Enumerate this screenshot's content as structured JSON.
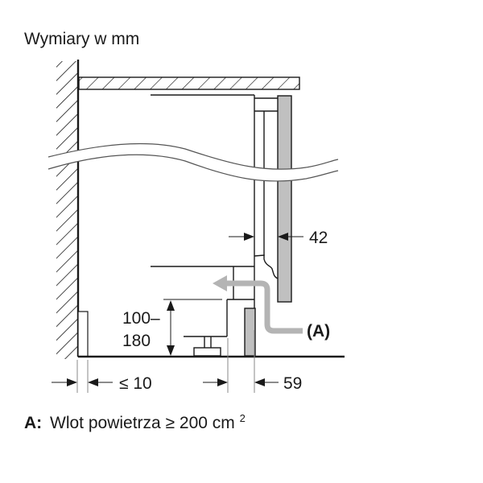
{
  "title": "Wymiary w mm",
  "dimensions": {
    "door_gap": "42",
    "plinth_height_line1": "100–",
    "plinth_height_line2": "180",
    "wall_gap": "≤ 10",
    "plinth_depth": "59"
  },
  "labels": {
    "air_inlet_marker": "(A)"
  },
  "legend": {
    "key": "A:",
    "text": "Wlot powietrza ≥ 200 cm",
    "superscript": "2"
  },
  "colors": {
    "line": "#1a1a1a",
    "door_fill": "#c0c0c0",
    "airflow_arrow": "#b4b4b4",
    "background": "#ffffff"
  }
}
